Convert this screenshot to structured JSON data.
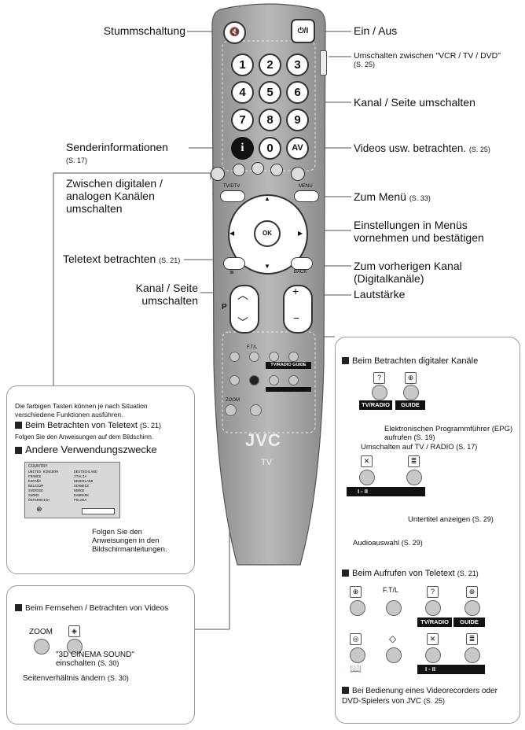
{
  "labels": {
    "mute": "Stummschaltung",
    "power": "Ein / Aus",
    "switch_vcr": "Umschalten zwischen \"VCR / TV / DVD\"",
    "switch_vcr_page": "(S. 25)",
    "channel_page": "Kanal / Seite umschalten",
    "sender_info": "Senderinformationen",
    "sender_info_page": "(S. 17)",
    "videos": "Videos usw. betrachten.",
    "videos_page": "(S. 25)",
    "digital_analog": "Zwischen digitalen / analogen Kanälen umschalten",
    "menu": "Zum Menü",
    "menu_page": "(S. 33)",
    "settings": "Einstellungen in Menüs vornehmen und bestätigen",
    "teletext": "Teletext betrachten",
    "teletext_page": "(S. 21)",
    "prev_channel": "Zum vorherigen Kanal (Digitalkanäle)",
    "channel_page2": "Kanal / Seite umschalten",
    "volume": "Lautstärke"
  },
  "remote": {
    "digits": [
      "1",
      "2",
      "3",
      "4",
      "5",
      "6",
      "7",
      "8",
      "9"
    ],
    "info": "i",
    "zero": "0",
    "av": "AV",
    "tvdtv": "TV/DTV",
    "menu": "MENU",
    "ok": "OK",
    "back": "BACK",
    "p": "P",
    "ftl": "F.T/L",
    "tvradio_guide": "TV/RADIO  GUIDE",
    "zoom": "ZOOM",
    "brand": "JVC",
    "tv": "TV"
  },
  "left_panel": {
    "intro": "Die farbigen Tasten können je nach Situation verschiedene Funktionen ausführen.",
    "teletext_head": "Beim Betrachten von Teletext",
    "teletext_page": "(S. 21)",
    "teletext_sub": "Folgen Sie den Anweisungen auf dem Bildschirm.",
    "other_head": "Andere Verwendungszwecke",
    "screen_title": "COUNTRY",
    "screen_items": [
      "UNITED KINGDOM",
      "DEUTSCHLAND",
      "FRANCE",
      "ITALIA",
      "ESPAÑA",
      "NEDERLAND",
      "BELGIUM",
      "SCHWEIZ",
      "SVERIGE",
      "NORGE",
      "SUOMI",
      "DANMARK",
      "ÖSTERREICH",
      "POLSKA"
    ],
    "follow": "Folgen Sie den Anweisungen in den Bildschirmanleitungen."
  },
  "bottom_panel": {
    "head": "Beim Fernsehen / Betrachten von Videos",
    "zoom": "ZOOM",
    "cinema": "\"3D CINEMA SOUND\" einschalten",
    "cinema_page": "(S. 30)",
    "aspect": "Seitenverhältnis ändern",
    "aspect_page": "(S. 30)"
  },
  "right_panel": {
    "head1": "Beim Betrachten digitaler Kanäle",
    "tvradio": "TV/RADIO",
    "guide": "GUIDE",
    "epg": "Elektronischen Programmführer (EPG) aufrufen",
    "epg_page": "(S. 19)",
    "switch_radio": "Umschalten auf TV / RADIO",
    "switch_radio_page": "(S. 17)",
    "i_ii": "I - II",
    "subtitle": "Untertitel anzeigen",
    "subtitle_page": "(S. 29)",
    "audio": "Audioauswahl",
    "audio_page": "(S. 29)",
    "head2": "Beim Aufrufen von Teletext",
    "head2_page": "(S. 21)",
    "ftl": "F.T/L",
    "head3": "Bei Bedienung eines Videorecorders oder DVD-Spielers von JVC",
    "head3_page": "(S. 25)"
  }
}
